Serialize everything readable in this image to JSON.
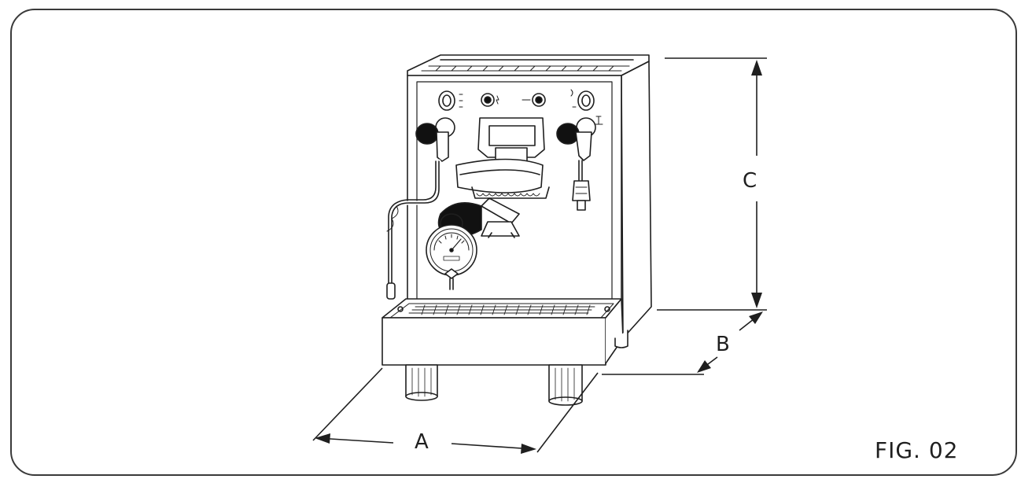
{
  "figure": {
    "label": "FIG. 02",
    "dimensions": {
      "a": "A",
      "b": "B",
      "c": "C"
    },
    "colors": {
      "line": "#1f1f1f",
      "machine_fill": "#ffffff",
      "knob_dark": "#111111",
      "frame": "#3a3a3a"
    },
    "icons": [
      "espresso-machine-illustration",
      "pressure-gauge",
      "steam-wand",
      "hot-water-wand",
      "portafilter"
    ]
  }
}
